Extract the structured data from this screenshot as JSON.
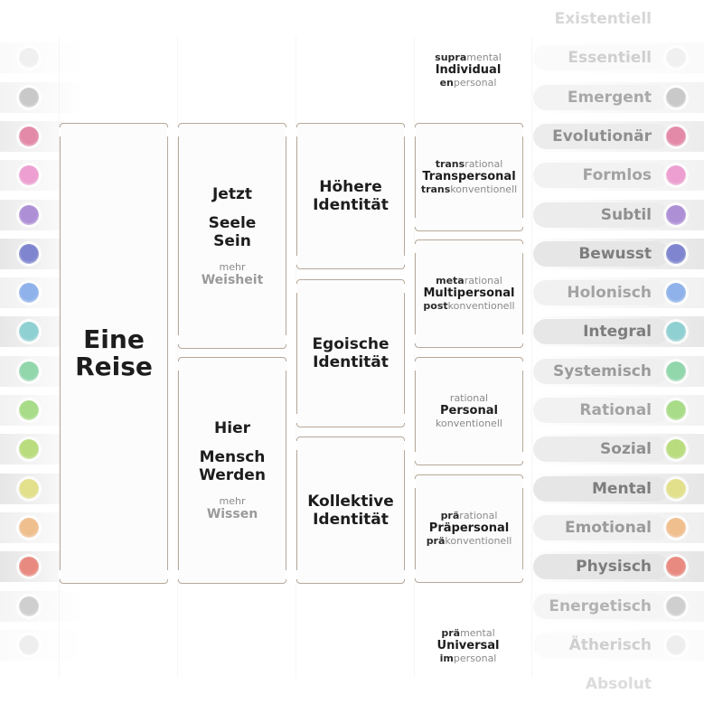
{
  "levels": [
    {
      "label": "Existentiell",
      "label_color": "#d7d7d7",
      "dot": "",
      "band": ""
    },
    {
      "label": "Essentiell",
      "label_color": "#cfcfcf",
      "dot": "#f0f0f0",
      "band": "#fafafa"
    },
    {
      "label": "Emergent",
      "label_color": "#a9a9a9",
      "dot": "#c9c9c9",
      "band": "#f3f3f3"
    },
    {
      "label": "Evolutionär",
      "label_color": "#8f8f8f",
      "dot": "#e48aa9",
      "band": "#ececec"
    },
    {
      "label": "Formlos",
      "label_color": "#a3a3a3",
      "dot": "#ec9fd0",
      "band": "#f2f2f2"
    },
    {
      "label": "Subtil",
      "label_color": "#8f8f8f",
      "dot": "#ad8fd6",
      "band": "#ececec"
    },
    {
      "label": "Bewusst",
      "label_color": "#7d7d7d",
      "dot": "#7f86cf",
      "band": "#e6e6e6"
    },
    {
      "label": "Holonisch",
      "label_color": "#a3a3a3",
      "dot": "#8fb2ea",
      "band": "#f1f1f1"
    },
    {
      "label": "Integral",
      "label_color": "#7d7d7d",
      "dot": "#8fd0d2",
      "band": "#e7e7e7"
    },
    {
      "label": "Systemisch",
      "label_color": "#9a9a9a",
      "dot": "#92d6ac",
      "band": "#efefef"
    },
    {
      "label": "Rational",
      "label_color": "#a3a3a3",
      "dot": "#a8dc88",
      "band": "#f2f2f2"
    },
    {
      "label": "Sozial",
      "label_color": "#8f8f8f",
      "dot": "#b9dc7e",
      "band": "#ececec"
    },
    {
      "label": "Mental",
      "label_color": "#7d7d7d",
      "dot": "#e2e08a",
      "band": "#e6e6e6"
    },
    {
      "label": "Emotional",
      "label_color": "#9a9a9a",
      "dot": "#f0bf8e",
      "band": "#efefef"
    },
    {
      "label": "Physisch",
      "label_color": "#7d7d7d",
      "dot": "#e98a80",
      "band": "#e5e5e5"
    },
    {
      "label": "Energetisch",
      "label_color": "#b3b3b3",
      "dot": "#cfcfcf",
      "band": "#f5f5f5"
    },
    {
      "label": "Ätherisch",
      "label_color": "#cfcfcf",
      "dot": "#eeeeee",
      "band": "#fbfbfb"
    },
    {
      "label": "Absolut",
      "label_color": "#dcdcdc",
      "dot": "",
      "band": ""
    }
  ],
  "journey": {
    "line1": "Eine",
    "line2": "Reise"
  },
  "upper": {
    "a": "Jetzt",
    "b1": "Seele",
    "b2": "Sein",
    "c": "mehr",
    "d": "Weisheit"
  },
  "lower": {
    "a": "Hier",
    "b1": "Mensch",
    "b2": "Werden",
    "c": "mehr",
    "d": "Wissen"
  },
  "identity": {
    "higher": {
      "l1": "Höhere",
      "l2": "Identität"
    },
    "ego": {
      "l1": "Egoische",
      "l2": "Identität"
    },
    "collective": {
      "l1": "Kollektive",
      "l2": "Identität"
    }
  },
  "stages": {
    "top": {
      "t_prefix": "supra",
      "t_rest": "mental",
      "mid": "Individual",
      "b_prefix": "en",
      "b_rest": "personal"
    },
    "trans": {
      "t_prefix": "trans",
      "t_rest": "rational",
      "mid": "Transpersonal",
      "b_prefix": "trans",
      "b_rest": "konventionell"
    },
    "multi": {
      "t_prefix": "meta",
      "t_rest": "rational",
      "mid": "Multipersonal",
      "b_prefix": "post",
      "b_rest": "konventionell"
    },
    "pers": {
      "t_prefix": "",
      "t_rest": "rational",
      "mid": "Personal",
      "b_prefix": "",
      "b_rest": "konventionell"
    },
    "pre": {
      "t_prefix": "prä",
      "t_rest": "rational",
      "mid": "Präpersonal",
      "b_prefix": "prä",
      "b_rest": "konventionell"
    },
    "bottom": {
      "t_prefix": "prä",
      "t_rest": "mental",
      "mid": "Universal",
      "b_prefix": "im",
      "b_rest": "personal"
    }
  }
}
